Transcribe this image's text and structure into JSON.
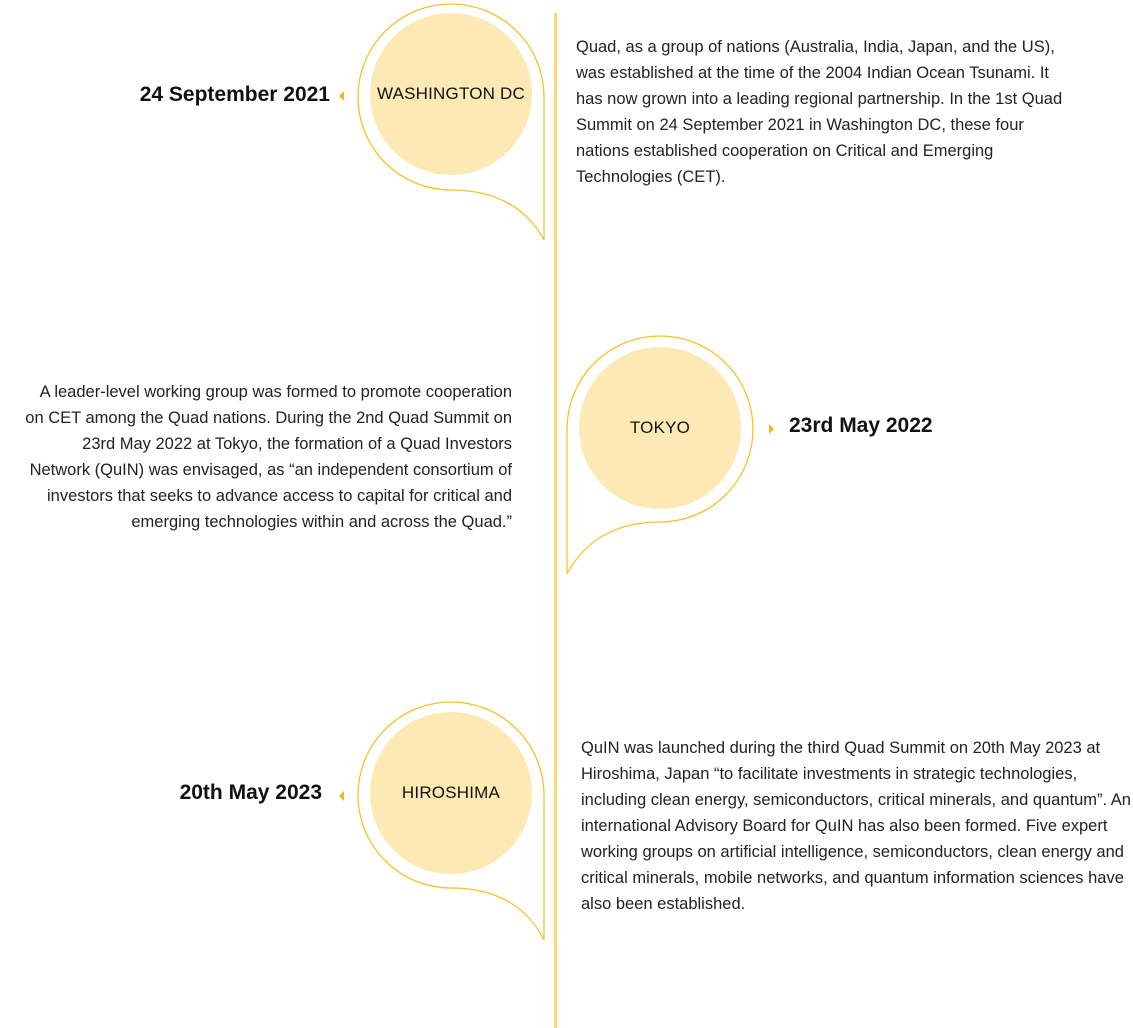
{
  "colors": {
    "axis_line": "#fbd96e",
    "bubble_outline": "#f5c22b",
    "bubble_fill": "#fde9b3",
    "pointer": "#f5b718",
    "text": "#111111"
  },
  "timeline": {
    "events": [
      {
        "date": "24 September 2021",
        "city": "WASHINGTON DC",
        "side": "left",
        "pointer_icon": "triangle-left-icon",
        "description": "Quad, as a group of nations (Australia, India, Japan, and the US), was established at the time of the 2004 Indian Ocean Tsunami. It has now grown into a leading regional partnership. In the 1st Quad Summit on 24 September 2021 in Washington DC, these four nations established cooperation on Critical and Emerging Technologies (CET)."
      },
      {
        "date": "23rd May 2022",
        "city": "TOKYO",
        "side": "right",
        "pointer_icon": "triangle-right-icon",
        "description": "A leader-level working group was formed to promote cooperation on CET among the Quad nations. During the 2nd Quad Summit on 23rd May 2022 at Tokyo, the formation of a Quad Investors Network (QuIN) was envisaged, as “an independent consortium of investors that seeks to advance access to capital for critical and emerging technologies within and across the Quad.”"
      },
      {
        "date": "20th May 2023",
        "city": "HIROSHIMA",
        "side": "left",
        "pointer_icon": "triangle-left-icon",
        "description": "QuIN was launched during the third Quad Summit on 20th May 2023 at Hiroshima, Japan “to facilitate investments in strategic technologies, including clean energy, semiconductors, critical minerals, and quantum”. An international Advisory Board for QuIN has also been formed. Five expert working groups on artificial intelligence, semiconductors, clean energy and critical minerals, mobile networks, and quantum information sciences have also been established."
      }
    ]
  }
}
